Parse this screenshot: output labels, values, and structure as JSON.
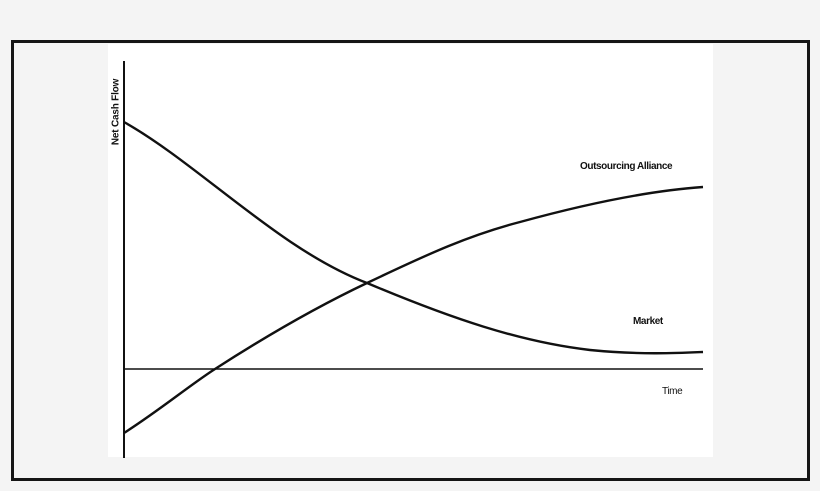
{
  "chart_data": {
    "type": "line",
    "title": "",
    "xlabel": "Time",
    "ylabel": "Net Cash Flow",
    "x_ticks": [],
    "y_ticks": [],
    "grid": false,
    "legend": "inline labels",
    "x": [
      0,
      1,
      2,
      3,
      4,
      5,
      6,
      7,
      8,
      9,
      10
    ],
    "series": [
      {
        "name": "Outsourcing Alliance",
        "label_position": "upper right, above curve end",
        "values": [
          -1.0,
          -0.35,
          0.2,
          0.7,
          1.1,
          1.4,
          1.65,
          1.85,
          2.0,
          2.1,
          2.2
        ]
      },
      {
        "name": "Market",
        "label_position": "right, above curve end",
        "values": [
          3.0,
          2.45,
          1.8,
          1.35,
          1.0,
          0.7,
          0.45,
          0.3,
          0.22,
          0.18,
          0.2
        ]
      }
    ],
    "annotations": [
      {
        "text": "Outsourcing Alliance",
        "near": "end of rising curve"
      },
      {
        "text": "Market",
        "near": "end of falling curve"
      },
      {
        "text": "Time",
        "near": "right end of zero line"
      }
    ],
    "notes": "Conceptual chart without numeric ticks; values are relative. Curves intersect at roughly x=4.2; Outsourcing Alliance crosses zero near x=1.6; horizontal zero line spans the plot."
  },
  "labels": {
    "ylabel": "Net Cash Flow",
    "outsourcing": "Outsourcing Alliance",
    "market": "Market",
    "time": "Time"
  },
  "colors": {
    "background": "#f4f4f4",
    "panel": "#ffffff",
    "lines": "#111111",
    "frame": "#151515"
  }
}
